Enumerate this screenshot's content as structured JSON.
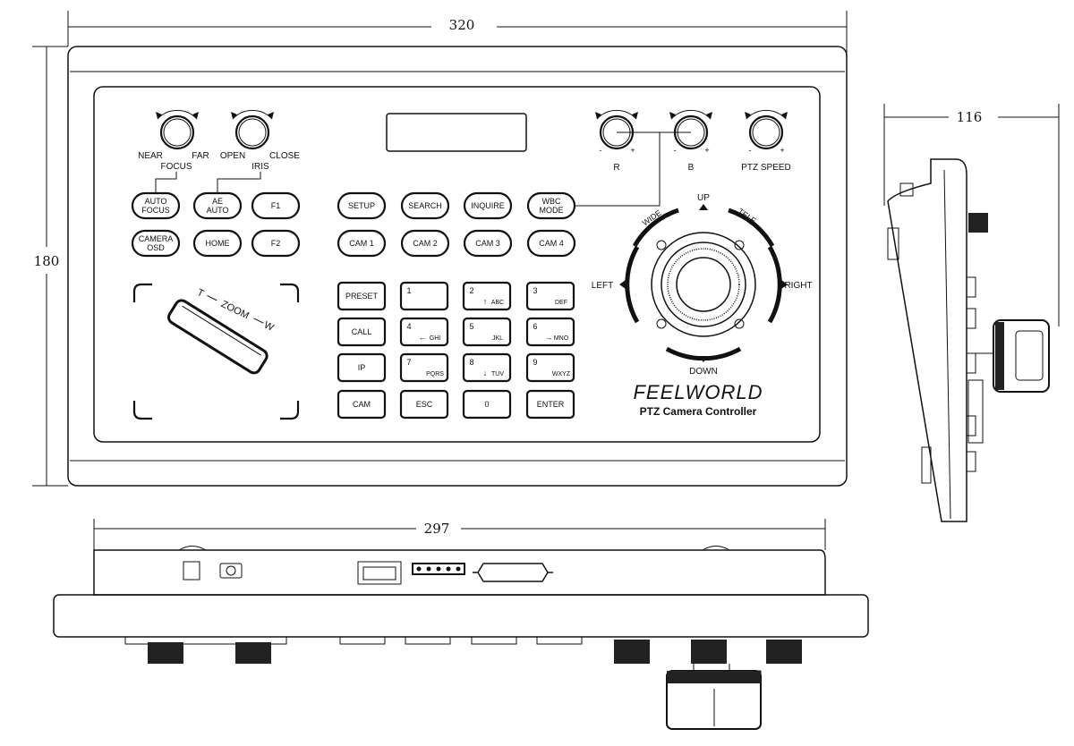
{
  "dimensions": {
    "width_front": "320",
    "height_front": "180",
    "depth_side": "116",
    "width_rear": "297"
  },
  "knobs": {
    "focus": {
      "left": "NEAR",
      "right": "FAR",
      "label": "FOCUS"
    },
    "iris": {
      "left": "OPEN",
      "right": "CLOSE",
      "label": "IRIS"
    },
    "r": {
      "minus": "-",
      "plus": "+",
      "label": "R"
    },
    "b": {
      "minus": "-",
      "plus": "+",
      "label": "B"
    },
    "ptz_speed": {
      "minus": "-",
      "plus": "+",
      "label": "PTZ SPEED"
    }
  },
  "left_buttons": [
    [
      "AUTO",
      "FOCUS"
    ],
    [
      "AE",
      "AUTO"
    ],
    [
      "F1",
      ""
    ],
    [
      "CAMERA",
      "OSD"
    ],
    [
      "HOME",
      ""
    ],
    [
      "F2",
      ""
    ]
  ],
  "function_buttons": [
    [
      "SETUP",
      ""
    ],
    [
      "SEARCH",
      ""
    ],
    [
      "INQUIRE",
      ""
    ],
    [
      "WBC",
      "MODE"
    ],
    [
      "CAM 1",
      ""
    ],
    [
      "CAM 2",
      ""
    ],
    [
      "CAM 3",
      ""
    ],
    [
      "CAM 4",
      ""
    ]
  ],
  "keypad": [
    {
      "main": "PRESET"
    },
    {
      "num": "1",
      "sub": ""
    },
    {
      "num": "2",
      "sub": "ABC",
      "arrow": "↑"
    },
    {
      "num": "3",
      "sub": "DEF"
    },
    {
      "main": "CALL"
    },
    {
      "num": "4",
      "sub": "GHI",
      "arrow": "←"
    },
    {
      "num": "5",
      "sub": "JKL"
    },
    {
      "num": "6",
      "sub": "MNO",
      "arrow": "→"
    },
    {
      "main": "IP"
    },
    {
      "num": "7",
      "sub": "PQRS"
    },
    {
      "num": "8",
      "sub": "TUV",
      "arrow": "↓"
    },
    {
      "num": "9",
      "sub": "WXYZ"
    },
    {
      "main": "CAM"
    },
    {
      "main": "ESC"
    },
    {
      "main": "0"
    },
    {
      "main": "ENTER"
    }
  ],
  "joystick": {
    "up": "UP",
    "down": "DOWN",
    "left": "LEFT",
    "right": "RIGHT",
    "wide": "WIDE",
    "tele": "TELE"
  },
  "zoom_lever": {
    "t": "T",
    "zoom": "ZOOM",
    "w": "W"
  },
  "brand": {
    "logo": "FEELWORLD",
    "subtitle": "PTZ Camera Controller"
  }
}
